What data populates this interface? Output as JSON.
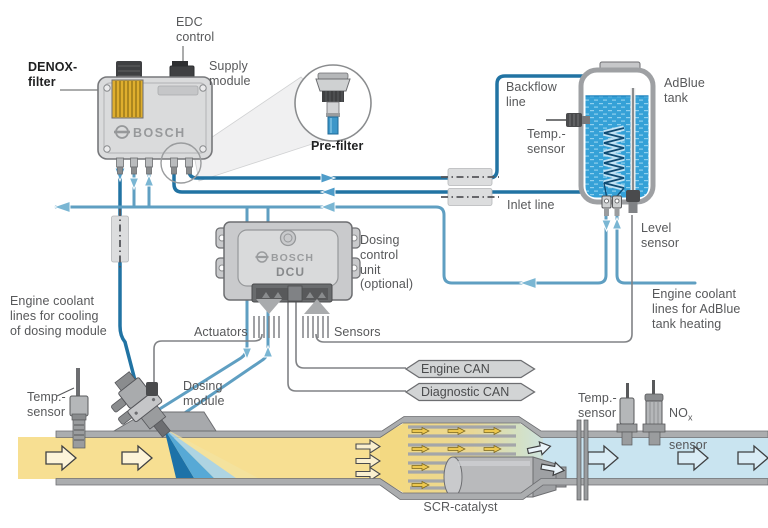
{
  "labels": {
    "edc_control": "EDC\ncontrol",
    "denox_filter": "DENOX-\nfilter",
    "supply_module": "Supply\nmodule",
    "pre_filter": "Pre-filter",
    "backflow_line": "Backflow\nline",
    "adblue_tank": "AdBlue\ntank",
    "tank_temp_sensor": "Temp.-\nsensor",
    "inlet_line": "Inlet line",
    "level_sensor": "Level\nsensor",
    "dosing_control_unit": "Dosing\ncontrol\nunit\n(optional)",
    "actuators": "Actuators",
    "sensors": "Sensors",
    "engine_can": "Engine CAN",
    "diagnostic_can": "Diagnostic CAN",
    "coolant_cooling": "Engine coolant\nlines for cooling\nof dosing module",
    "exhaust_temp_sensor_left": "Temp.-\nsensor",
    "dosing_module": "Dosing\nmodule",
    "coolant_heating": "Engine coolant\nlines for AdBlue\ntank heating",
    "exhaust_temp_sensor_right": "Temp.-\nsensor",
    "nox_prefix": "NO",
    "nox_sub": "x",
    "nox_word": "sensor",
    "scr_catalyst": "SCR-catalyst",
    "bosch_supply": "BOSCH",
    "bosch_dcu": "BOSCH",
    "dcu": "DCU"
  },
  "colors": {
    "adblue_line": "#2173a3",
    "coolant_line": "#5f9fc2",
    "tank_fluid": "#35a1d7",
    "exhaust_hot": "#f7df92",
    "exhaust_cool": "#c9e4f0",
    "badge_fill": "#d2d4d5",
    "wire": "#808285",
    "label_text": "#57585a"
  }
}
